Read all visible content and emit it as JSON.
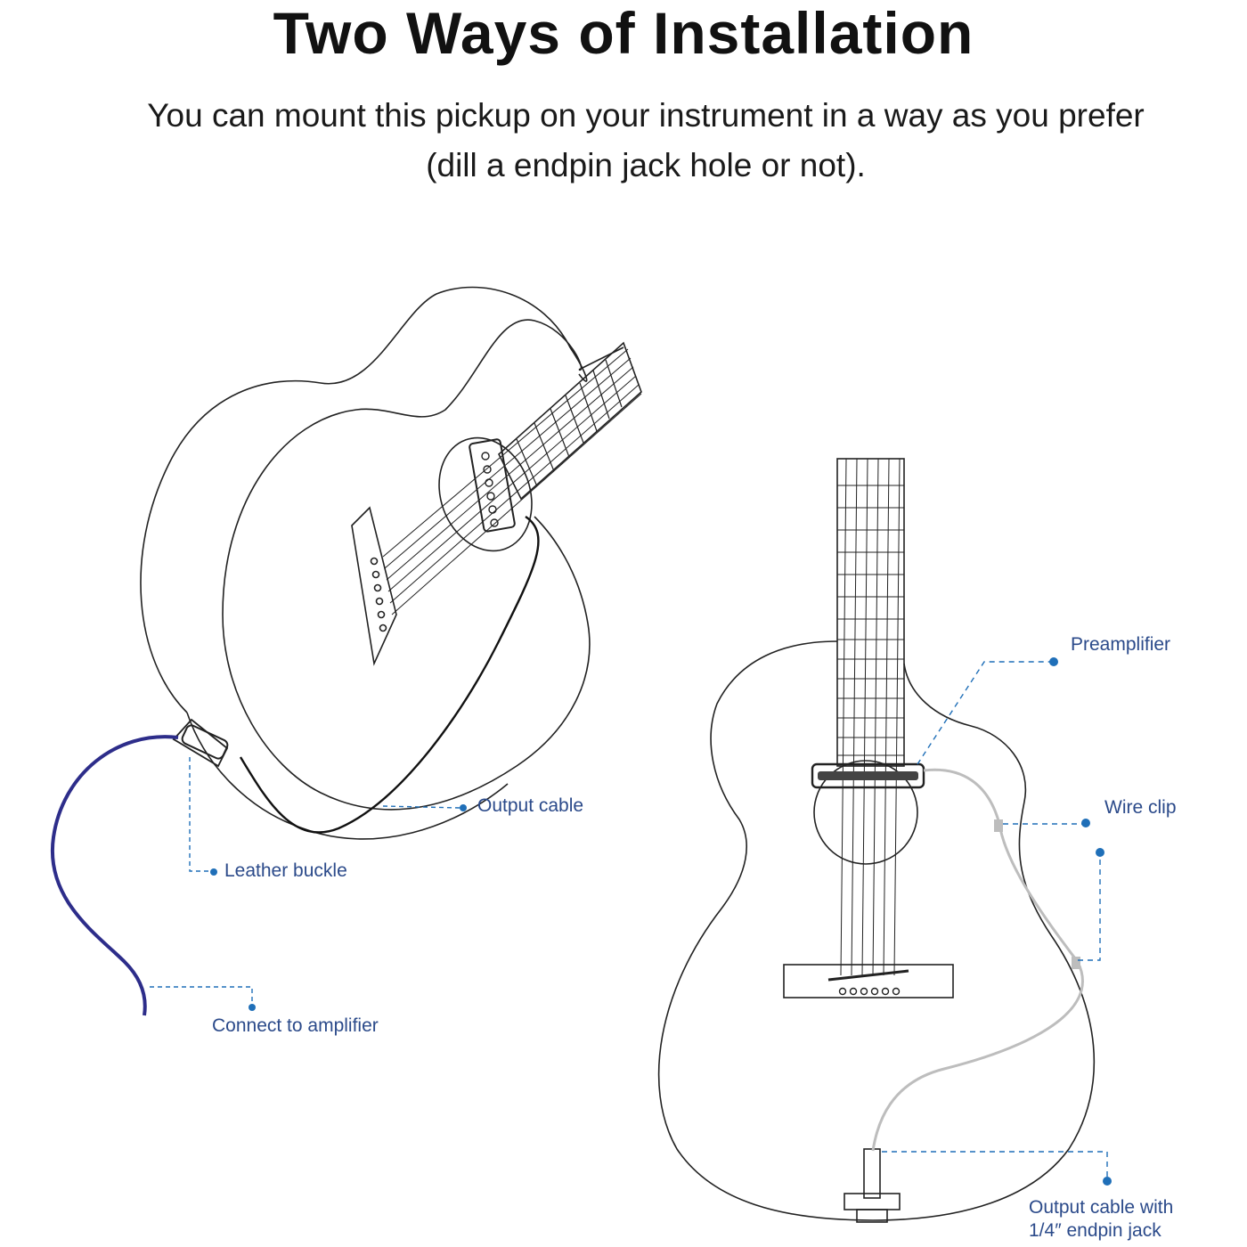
{
  "header": {
    "title": "Two Ways of Installation",
    "subtitle_line1": "You can mount this pickup on your instrument in a way as you prefer",
    "subtitle_line2": "(dill a endpin jack hole or not)."
  },
  "left_diagram": {
    "labels": {
      "output_cable": "Output cable",
      "leather_buckle": "Leather buckle",
      "connect_amp": "Connect to amplifier"
    }
  },
  "right_diagram": {
    "labels": {
      "preamplifier": "Preamplifier",
      "wire_clip": "Wire clip",
      "endpin_line1": "Output cable with",
      "endpin_line2": "1/4″  endpin jack"
    }
  },
  "colors": {
    "line": "#222222",
    "callout": "#1f6fb8",
    "amp_cable": "#2d2d8a",
    "wire_gray": "#bdbdbd",
    "label_text": "#2b4a8a"
  }
}
